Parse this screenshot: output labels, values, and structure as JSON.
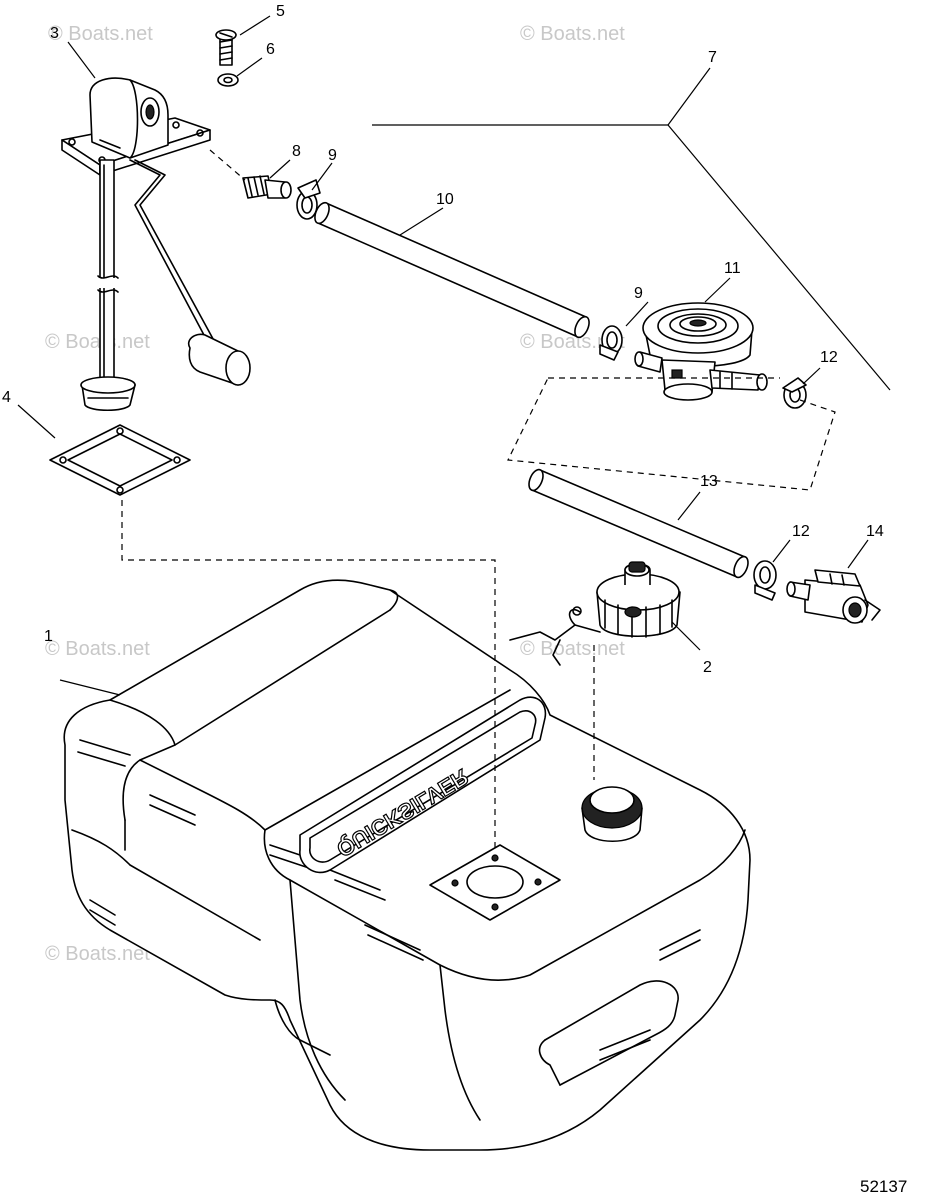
{
  "watermark": "© Boats.net",
  "figure_id": "52137",
  "brand_label": "QUICKSILVER",
  "callouts": {
    "c1": "1",
    "c2": "2",
    "c3": "3",
    "c4": "4",
    "c5": "5",
    "c6": "6",
    "c7": "7",
    "c8": "8",
    "c9a": "9",
    "c9b": "9",
    "c10": "10",
    "c11": "11",
    "c12a": "12",
    "c12b": "12",
    "c13": "13",
    "c14": "14"
  }
}
